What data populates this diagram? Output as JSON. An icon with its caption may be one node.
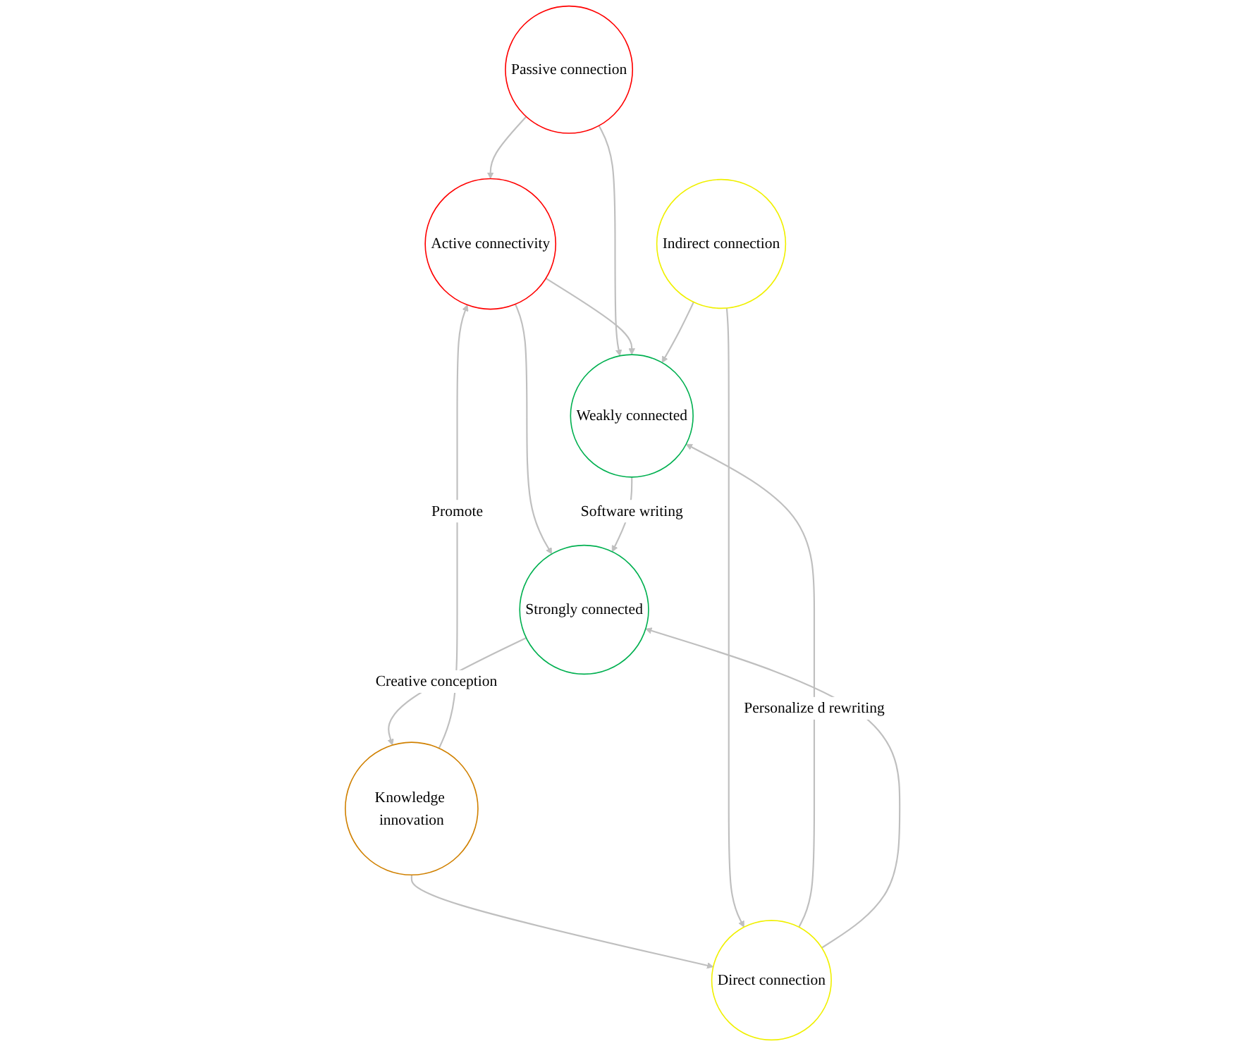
{
  "diagram": {
    "nodes": [
      {
        "text": [
          "Passive connection"
        ]
      },
      {
        "text": [
          "Active connectivity"
        ]
      },
      {
        "text": [
          "Weakly connected"
        ]
      },
      {
        "text": [
          "Strongly connected"
        ]
      },
      {
        "text": [
          "Knowledge innovation"
        ]
      },
      {
        "text": [
          "Indirect connection"
        ]
      },
      {
        "text": [
          "Direct connection"
        ]
      }
    ],
    "edges": [
      {
        "from": 0,
        "to": 1,
        "arrow": "to"
      },
      {
        "from": 0,
        "to": 2,
        "arrow": "to"
      },
      {
        "from": 1,
        "to": 2,
        "arrow": "to"
      },
      {
        "from": 1,
        "to": 3,
        "arrow": "to"
      },
      {
        "from": 2,
        "to": 3,
        "arrow": "to",
        "label": "Software writing"
      },
      {
        "from": 3,
        "to": 4,
        "arrow": "to",
        "label": "Creative conception"
      },
      {
        "from": 4,
        "to": 1,
        "arrow": "to",
        "label": "Promote"
      },
      {
        "from": 4,
        "to": 6,
        "arrow": "to"
      },
      {
        "from": 6,
        "to": 2,
        "arrow": "to",
        "label": "Personalize d rewriting"
      },
      {
        "from": 6,
        "to": 3,
        "arrow": "to"
      },
      {
        "from": 5,
        "to": 2,
        "arrow": "to"
      },
      {
        "from": 5,
        "to": 6,
        "arrow": "to"
      }
    ]
  }
}
